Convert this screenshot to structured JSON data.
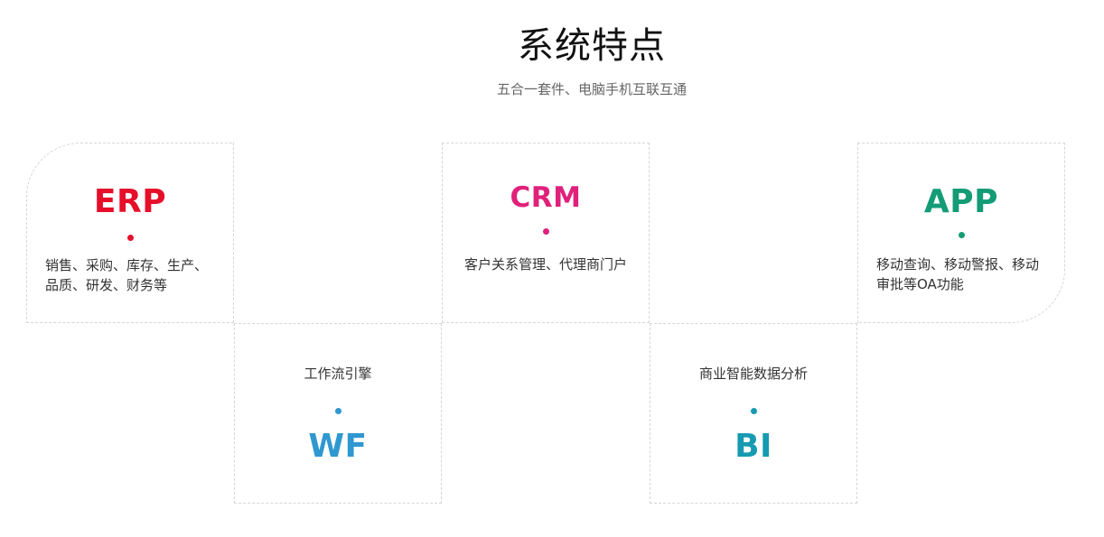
{
  "section": {
    "title": "系统特点",
    "subtitle": "五合一套件、电脑手机互联互通"
  },
  "cards": [
    {
      "acronym": "ERP",
      "description": "销售、采购、库存、生产、品质、研发、财务等",
      "color": "#e60f2a"
    },
    {
      "acronym": "CRM",
      "description": "客户关系管理、代理商门户",
      "color": "#e0217b"
    },
    {
      "acronym": "APP",
      "description": "移动查询、移动警报、移动审批等OA功能",
      "color": "#139c76"
    },
    {
      "acronym": "WF",
      "description": "工作流引擎",
      "color": "#2f98d1"
    },
    {
      "acronym": "BI",
      "description": "商业智能数据分析",
      "color": "#169ab2"
    }
  ]
}
